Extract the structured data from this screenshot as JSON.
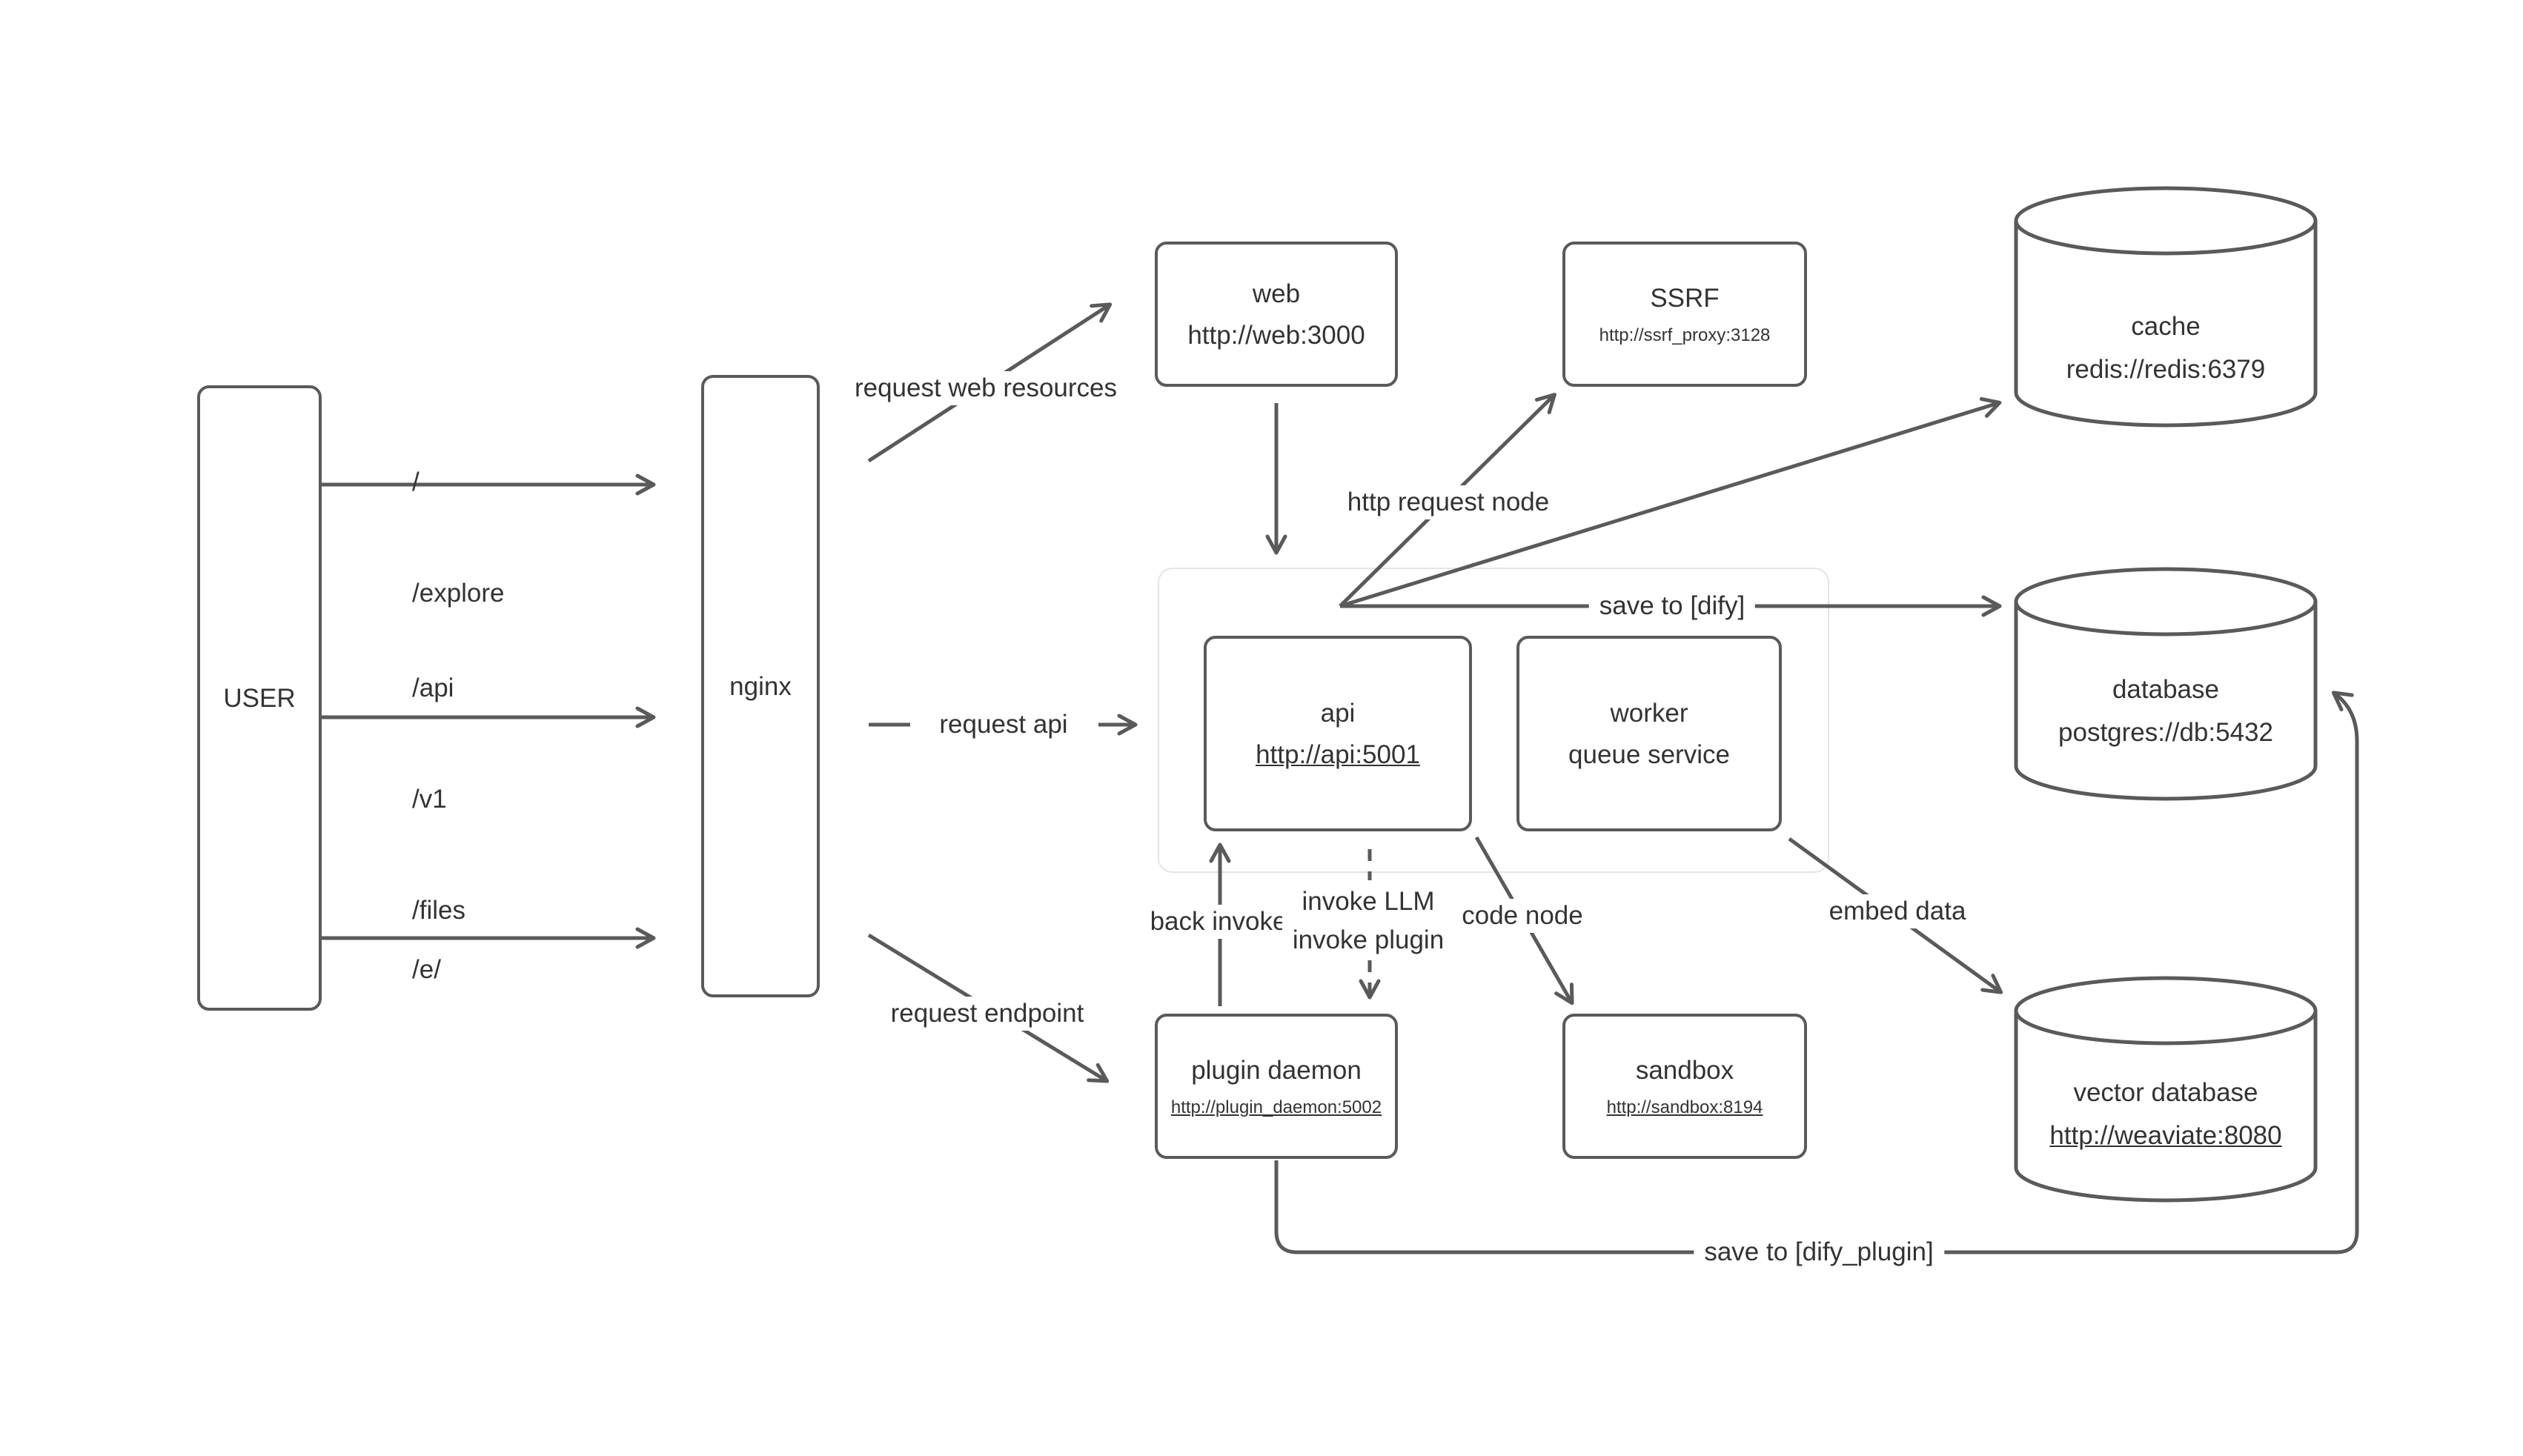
{
  "nodes": {
    "user": {
      "label": "USER"
    },
    "nginx": {
      "label": "nginx"
    },
    "web": {
      "title": "web",
      "url": "http://web:3000"
    },
    "ssrf": {
      "title": "SSRF",
      "url": "http://ssrf_proxy:3128"
    },
    "cache": {
      "title": "cache",
      "url": "redis://redis:6379"
    },
    "database": {
      "title": "database",
      "url": "postgres://db:5432"
    },
    "vector_database": {
      "title": "vector database",
      "url": "http://weaviate:8080"
    },
    "api": {
      "title": "api",
      "url": "http://api:5001"
    },
    "worker": {
      "title": "worker",
      "subtitle": "queue service"
    },
    "plugin_daemon": {
      "title": "plugin daemon",
      "url": "http://plugin_daemon:5002"
    },
    "sandbox": {
      "title": "sandbox",
      "url": "http://sandbox:8194"
    }
  },
  "routes": {
    "top": [
      "/",
      "/explore"
    ],
    "middle": [
      "/api",
      "/v1",
      "/files"
    ],
    "bottom": [
      "/e/"
    ]
  },
  "edge_labels": {
    "request_web_resources": "request web resources",
    "request_api": "request api",
    "request_endpoint": "request endpoint",
    "http_request_node": "http request node",
    "save_to_dify": "save to [dify]",
    "back_invoke": "back invoke",
    "invoke_llm": "invoke LLM",
    "invoke_plugin": "invoke plugin",
    "code_node": "code node",
    "embed_data": "embed data",
    "save_to_dify_plugin": "save to [dify_plugin]"
  },
  "colors": {
    "stroke": "#5a5a5a",
    "text": "#333333",
    "group_border": "#e4e4e4",
    "background": "#ffffff"
  }
}
